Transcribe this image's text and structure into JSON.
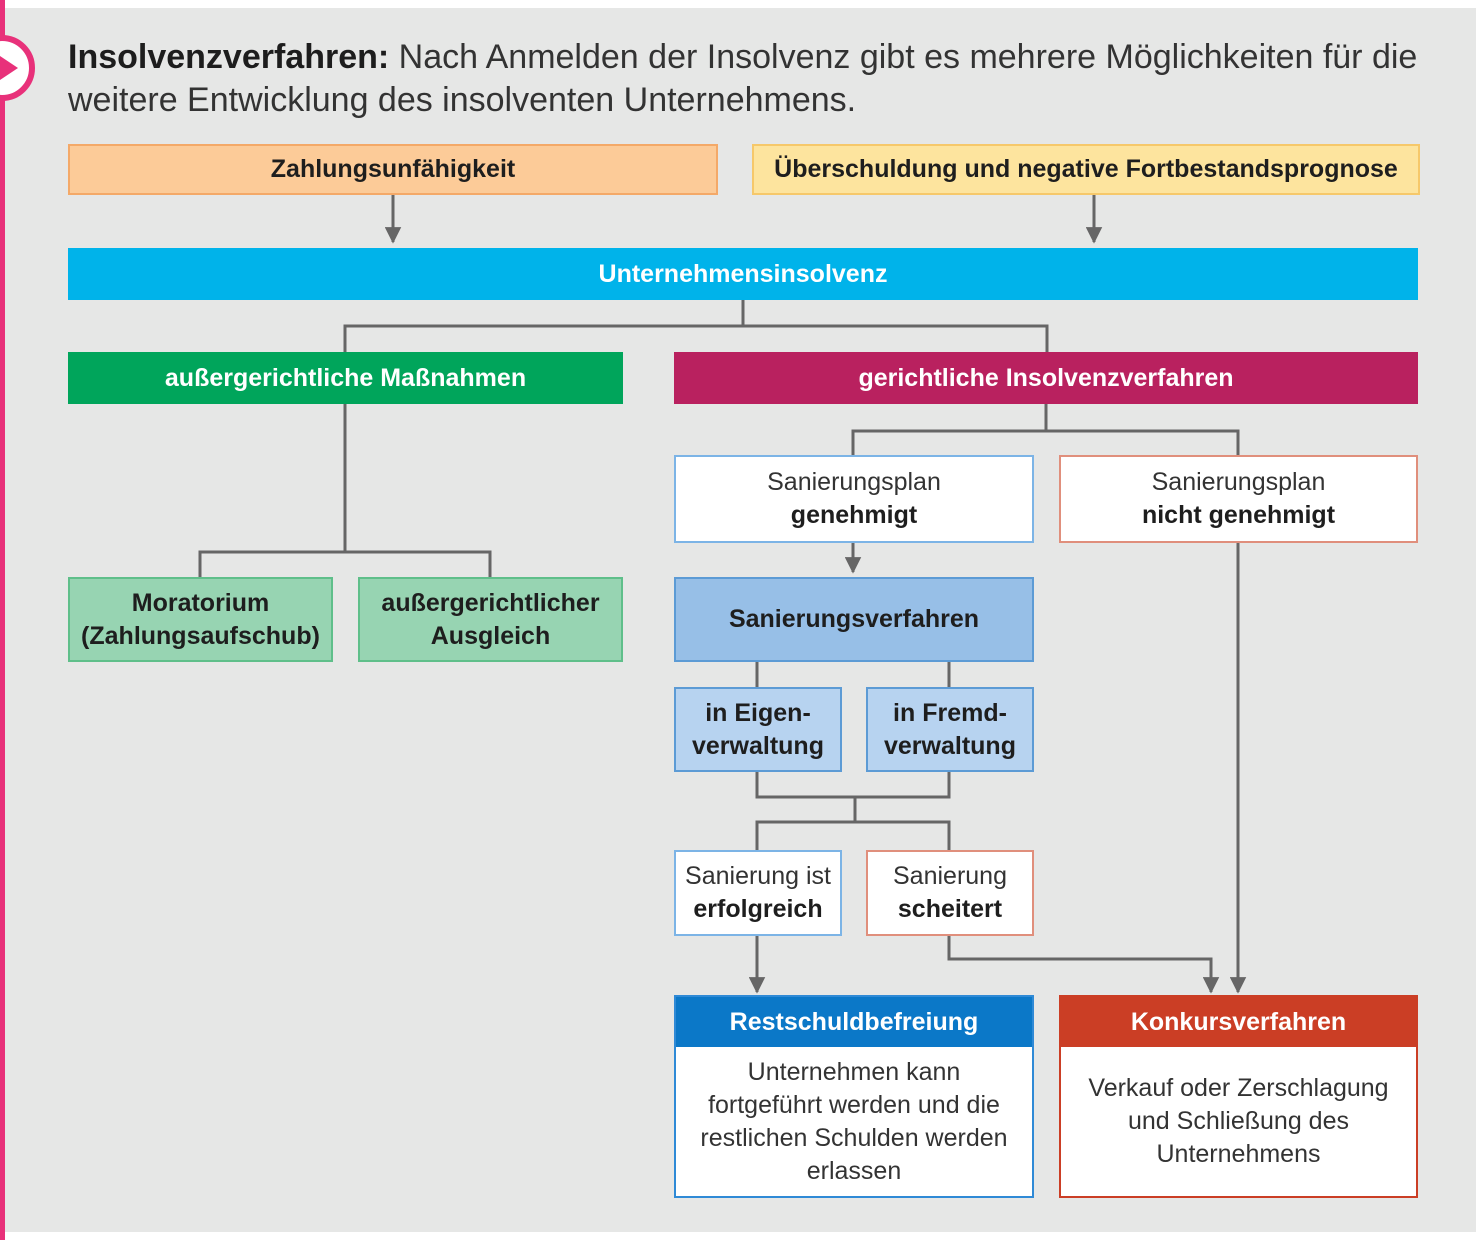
{
  "heading": {
    "bold": "Insolvenzverfahren:",
    "text": "Nach Anmelden der Insolvenz gibt es mehrere Möglichkeiten für die weitere Entwicklung des insolventen Unternehmens."
  },
  "nodes": {
    "zahlungsunfaehigkeit": "Zahlungsunfähigkeit",
    "ueberschuldung": "Überschuldung und negative Fortbestandsprognose",
    "unternehmensinsolvenz": "Unternehmensinsolvenz",
    "aussergerichtlich": "außergerichtliche Maßnahmen",
    "gerichtlich": "gerichtliche Insolvenzverfahren",
    "moratorium_line1": "Moratorium",
    "moratorium_line2": "(Zahlungsaufschub)",
    "ausgleich_line1": "außergerichtlicher",
    "ausgleich_line2": "Ausgleich",
    "plan_genehmigt_line1": "Sanierungsplan",
    "plan_genehmigt_line2": "genehmigt",
    "plan_nicht_line1": "Sanierungsplan",
    "plan_nicht_line2": "nicht genehmigt",
    "sanierungsverfahren": "Sanierungsverfahren",
    "eigen_line1": "in Eigen-",
    "eigen_line2": "verwaltung",
    "fremd_line1": "in Fremd-",
    "fremd_line2": "verwaltung",
    "erfolgreich_line1": "Sanierung ist",
    "erfolgreich_line2": "erfolgreich",
    "scheitert_line1": "Sanierung",
    "scheitert_line2": "scheitert",
    "restschuld_title": "Restschuldbefreiung",
    "restschuld_body": "Unternehmen kann fortgeführt werden und die restlichen Schulden werden erlassen",
    "konkurs_title": "Konkursverfahren",
    "konkurs_body": "Verkauf oder Zerschlagung und Schließung des Unternehmens"
  },
  "colors": {
    "panel_bg": "#e6e7e6",
    "accent_pink": "#e8317a",
    "orange": "#fccb98",
    "yellow": "#fde49e",
    "cyan": "#00b3ea",
    "green": "#00a55b",
    "light_green": "#97d4b2",
    "magenta": "#b9215f",
    "blue_light": "#97bfe7",
    "blue_lighter": "#b7d3f0",
    "blue_border": "#5c9bd5",
    "blue_dark": "#0b78c8",
    "red": "#cb3e25",
    "red_border": "#e08f7c",
    "connector": "#666666"
  },
  "icons": {
    "badge": "play-icon"
  }
}
